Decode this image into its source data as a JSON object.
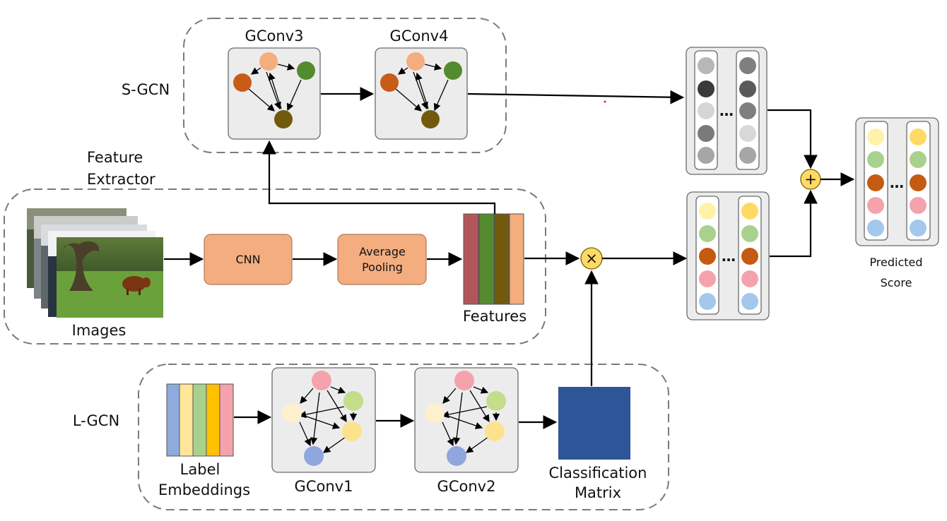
{
  "labels": {
    "s_gcn": "S-GCN",
    "l_gcn": "L-GCN",
    "feature_extractor_line1": "Feature",
    "feature_extractor_line2": "Extractor",
    "gconv1": "GConv1",
    "gconv2": "GConv2",
    "gconv3": "GConv3",
    "gconv4": "GConv4",
    "cnn": "CNN",
    "average_pooling_line1": "Average",
    "average_pooling_line2": "Pooling",
    "features": "Features",
    "images": "Images",
    "label_embeddings_line1": "Label",
    "label_embeddings_line2": "Embeddings",
    "classification_matrix_line1": "Classification",
    "classification_matrix_line2": "Matrix",
    "predicted_score_line1": "Predicted",
    "predicted_score_line2": "Score",
    "ellipsis": "…",
    "multiply_symbol": "×",
    "plus_symbol": "+"
  },
  "colors": {
    "s_gcn_nodes": [
      "#f4ad7c",
      "#558b2f",
      "#c75b18",
      "#725a0d"
    ],
    "l_gcn_nodes": [
      "#f4a3ac",
      "#c5dc8a",
      "#fdf0cf",
      "#fde28e",
      "#8fa7dc"
    ],
    "feature_bars": [
      "#b35659",
      "#558b2f",
      "#725a0d",
      "#f4ad7c"
    ],
    "embedding_bars": [
      "#8faadc",
      "#ffe699",
      "#a9d18e",
      "#ffc000",
      "#f4a3ac"
    ],
    "s_score_column_left": [
      "#b7b7b7",
      "#3a3a3a",
      "#d5d5d5",
      "#7a7a7a",
      "#a6a6a6"
    ],
    "s_score_column_right": [
      "#7f7f7f",
      "#5a5a5a",
      "#7f7f7f",
      "#d8d8d8",
      "#a6a6a6"
    ],
    "label_score_column_left": [
      "#fff2a8",
      "#a9d18e",
      "#c55a11",
      "#f4a3ac",
      "#a4c8ec"
    ],
    "label_score_column_right": [
      "#ffd966",
      "#a9d18e",
      "#c55a11",
      "#f4a3ac",
      "#a4c8ec"
    ],
    "classification_matrix": "#2e5597",
    "operator_fill": "#ffd966",
    "block_fill": "#f3ad7f"
  },
  "icons": {
    "photo_stack": "images-stack-icon",
    "operator_multiply": "multiply-icon",
    "operator_add": "plus-icon"
  }
}
